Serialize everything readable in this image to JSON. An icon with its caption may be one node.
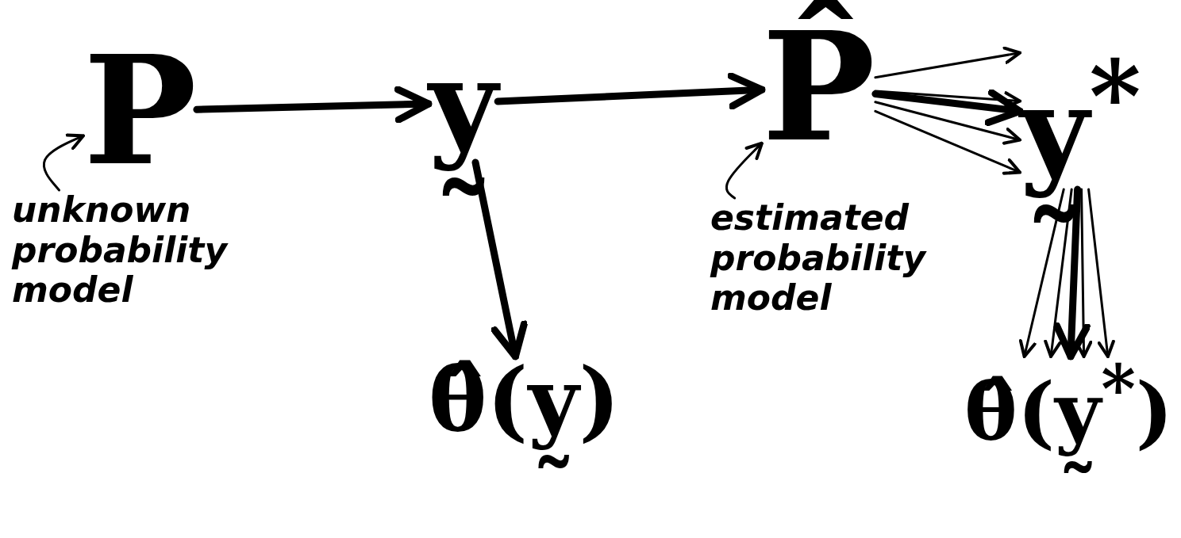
{
  "diagram": {
    "nodes": [
      {
        "text": [
          "P"
        ]
      },
      {
        "text": [
          "unknown probability model"
        ]
      },
      {
        "text": [
          "y̰"
        ]
      },
      {
        "text": [
          "P̂"
        ]
      },
      {
        "text": [
          "estimated probability model"
        ]
      },
      {
        "text": [
          "y̰$^{*}$"
        ]
      },
      {
        "text": [
          "θ̂(y̰)"
        ]
      },
      {
        "text": [
          "θ̂(y̰$^{*}$)"
        ]
      }
    ],
    "edges": [
      {
        "from": 1,
        "to": 0,
        "arrow": "to"
      },
      {
        "from": 0,
        "to": 2,
        "arrow": "to",
        "style": "thick"
      },
      {
        "from": 2,
        "to": 3,
        "arrow": "to",
        "style": "thick"
      },
      {
        "from": 2,
        "to": 6,
        "arrow": "to",
        "style": "thick"
      },
      {
        "from": 4,
        "to": 3,
        "arrow": "to"
      },
      {
        "from": 3,
        "to": 5,
        "arrow": "to",
        "style": "thick"
      },
      {
        "from": 3,
        "to": 5,
        "arrow": "to"
      },
      {
        "from": 3,
        "to": 5,
        "arrow": "to"
      },
      {
        "from": 3,
        "to": 5,
        "arrow": "to"
      },
      {
        "from": 3,
        "to": 5,
        "arrow": "to"
      },
      {
        "from": 5,
        "to": 7,
        "arrow": "to",
        "style": "thick"
      },
      {
        "from": 5,
        "to": 7,
        "arrow": "to"
      },
      {
        "from": 5,
        "to": 7,
        "arrow": "to"
      },
      {
        "from": 5,
        "to": 7,
        "arrow": "to"
      },
      {
        "from": 5,
        "to": 7,
        "arrow": "to"
      }
    ]
  }
}
